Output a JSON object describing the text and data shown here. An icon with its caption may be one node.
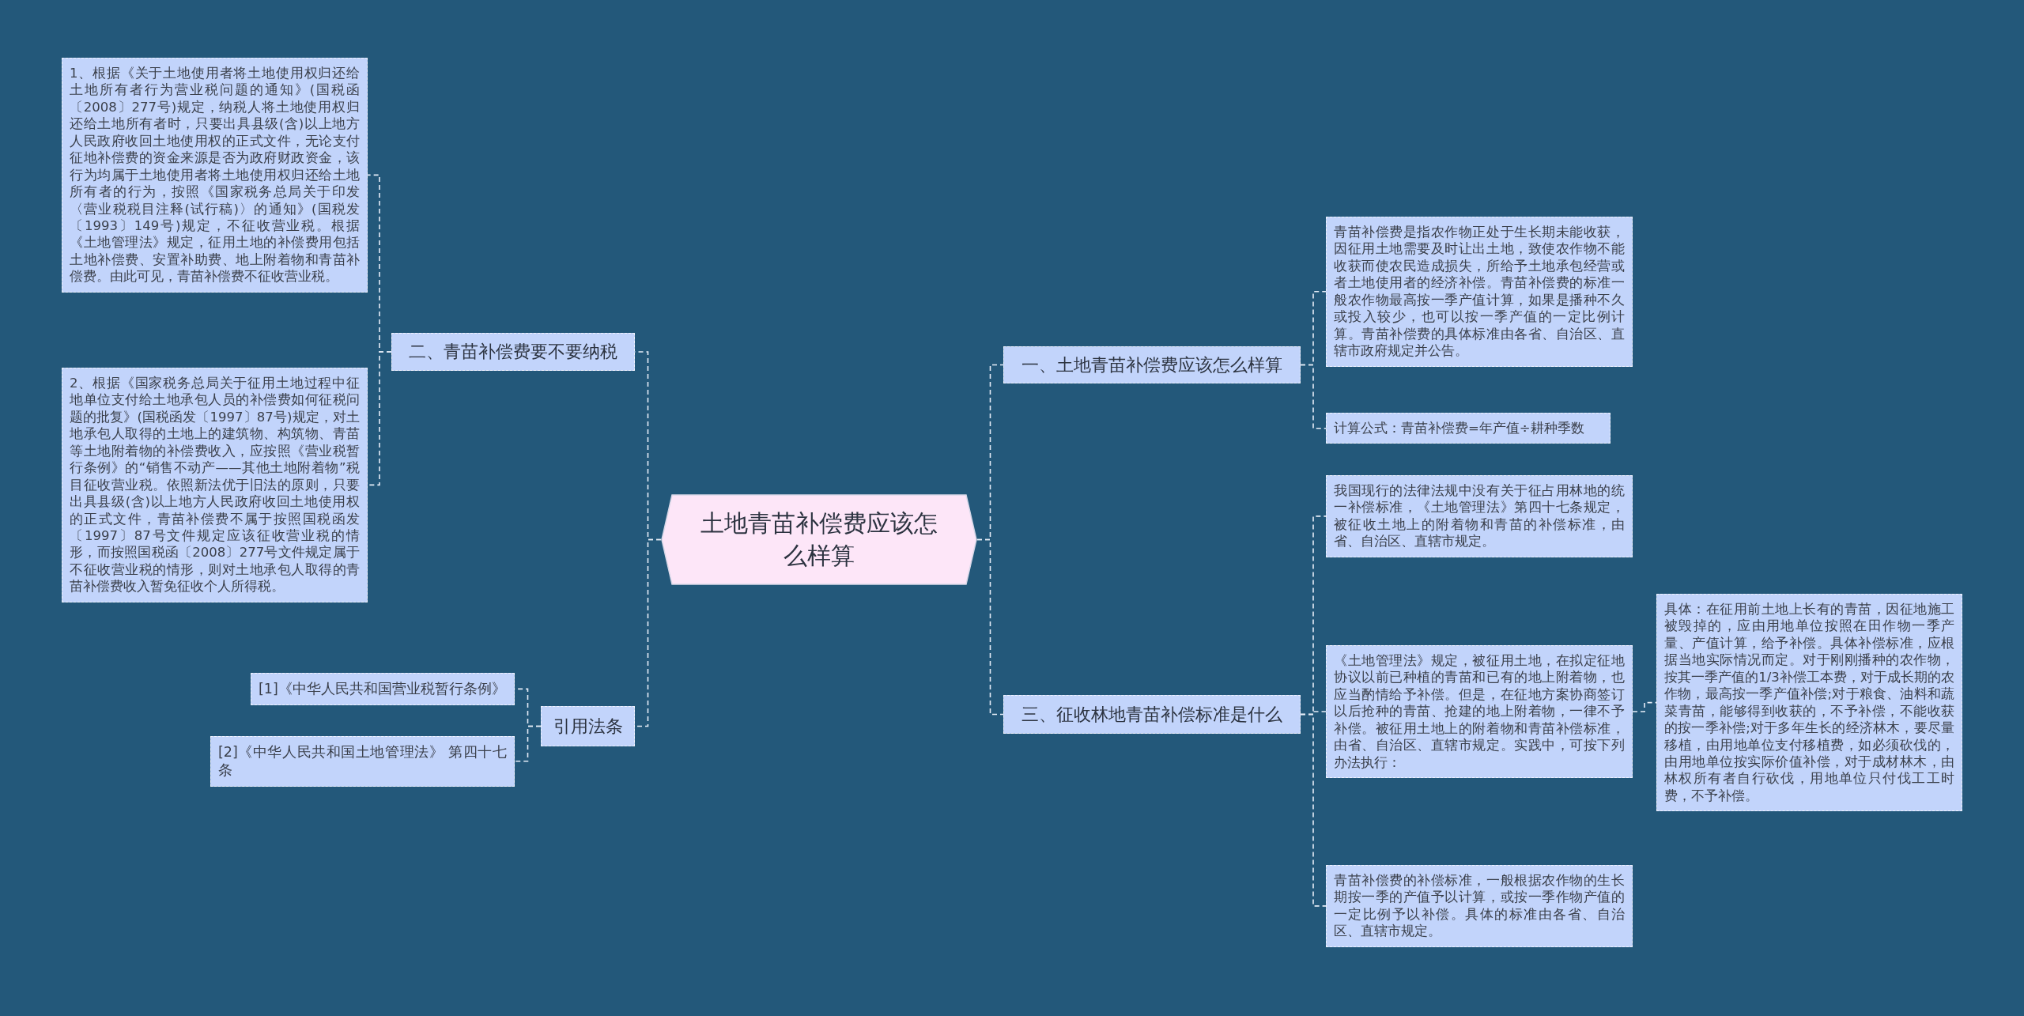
{
  "diagram": {
    "nodes": [
      {
        "text": [
          "土地青苗补偿费应该怎么样算"
        ]
      },
      {
        "text": [
          "一、土地青苗补偿费应该怎么样算"
        ]
      },
      {
        "text": [
          "青苗补偿费是指农作物正处于生长期未能收获，因征用土地需要及时让出土地，致使农作物不能收获而使农民造成损失，所给予土地承包经营或者土地使用者的经济补偿。青苗补偿费的标准一般农作物最高按一季产值计算，如果是播种不久或投入较少，也可以按一季产值的一定比例计算。青苗补偿费的具体标准由各省、自治区、直辖市政府规定并公告。"
        ]
      },
      {
        "text": [
          "计算公式：青苗补偿费=年产值÷耕种季数"
        ]
      },
      {
        "text": [
          "二、青苗补偿费要不要纳税"
        ]
      },
      {
        "text": [
          "1、根据《关于土地使用者将土地使用权归还给土地所有者行为营业税问题的通知》(国税函〔2008〕277号)规定，纳税人将土地使用权归还给土地所有者时，只要出具县级(含)以上地方人民政府收回土地使用权的正式文件，无论支付征地补偿费的资金来源是否为政府财政资金，该行为均属于土地使用者将土地使用权归还给土地所有者的行为，按照《国家税务总局关于印发〈营业税税目注释(试行稿)〉的通知》(国税发〔1993〕149号)规定，不征收营业税。根据《土地管理法》规定，征用土地的补偿费用包括土地补偿费、安置补助费、地上附着物和青苗补偿费。由此可见，青苗补偿费不征收营业税。"
        ]
      },
      {
        "text": [
          "2、根据《国家税务总局关于征用土地过程中征地单位支付给土地承包人员的补偿费如何征税问题的批复》(国税函发〔1997〕87号)规定，对土地承包人取得的土地上的建筑物、构筑物、青苗等土地附着物的补偿费收入，应按照《营业税暂行条例》的“销售不动产——其他土地附着物”税目征收营业税。依照新法优于旧法的原则，只要出具县级(含)以上地方人民政府收回土地使用权的正式文件，青苗补偿费不属于按照国税函发〔1997〕87号文件规定应该征收营业税的情形，而按照国税函〔2008〕277号文件规定属于不征收营业税的情形，则对土地承包人取得的青苗补偿费收入暂免征收个人所得税。"
        ]
      },
      {
        "text": [
          "三、征收林地青苗补偿标准是什么"
        ]
      },
      {
        "text": [
          "我国现行的法律法规中没有关于征占用林地的统一补偿标准，《土地管理法》第四十七条规定，被征收土地上的附着物和青苗的补偿标准，由省、自治区、直辖市规定。"
        ]
      },
      {
        "text": [
          "《土地管理法》规定，被征用土地，在拟定征地协议以前已种植的青苗和已有的地上附着物，也应当酌情给予补偿。但是，在征地方案协商签订以后抢种的青苗、抢建的地上附着物，一律不予补偿。被征用土地上的附着物和青苗补偿标准，由省、自治区、直辖市规定。实践中，可按下列办法执行："
        ]
      },
      {
        "text": [
          "具体：在征用前土地上长有的青苗，因征地施工被毁掉的，应由用地单位按照在田作物一季产量、产值计算，给予补偿。具体补偿标准，应根据当地实际情况而定。对于刚刚播种的农作物，按其一季产值的1/3补偿工本费，对于成长期的农作物，最高按一季产值补偿;对于粮食、油料和蔬菜青苗，能够得到收获的，不予补偿，不能收获的按一季补偿;对于多年生长的经济林木，要尽量移植，由用地单位支付移植费，如必须砍伐的，由用地单位按实际价值补偿，对于成材林木，由林权所有者自行砍伐，用地单位只付伐工工时费，不予补偿。"
        ]
      },
      {
        "text": [
          "青苗补偿费的补偿标准，一般根据农作物的生长期按一季的产值予以计算，或按一季作物产值的一定比例予以补偿。具体的标准由各省、自治区、直辖市规定。"
        ]
      },
      {
        "text": [
          "引用法条"
        ]
      },
      {
        "text": [
          "[1]《中华人民共和国营业税暂行条例》"
        ]
      },
      {
        "text": [
          "[2]《中华人民共和国土地管理法》 第四十七条"
        ]
      }
    ],
    "edges": [
      {
        "from": 0,
        "to": 1,
        "arrow": "none"
      },
      {
        "from": 1,
        "to": 2,
        "arrow": "none"
      },
      {
        "from": 1,
        "to": 3,
        "arrow": "none"
      },
      {
        "from": 0,
        "to": 4,
        "arrow": "none"
      },
      {
        "from": 4,
        "to": 5,
        "arrow": "none"
      },
      {
        "from": 4,
        "to": 6,
        "arrow": "none"
      },
      {
        "from": 0,
        "to": 7,
        "arrow": "none"
      },
      {
        "from": 7,
        "to": 8,
        "arrow": "none"
      },
      {
        "from": 7,
        "to": 9,
        "arrow": "none"
      },
      {
        "from": 9,
        "to": 10,
        "arrow": "none"
      },
      {
        "from": 7,
        "to": 11,
        "arrow": "none"
      },
      {
        "from": 0,
        "to": 12,
        "arrow": "none"
      },
      {
        "from": 12,
        "to": 13,
        "arrow": "none"
      },
      {
        "from": 12,
        "to": 14,
        "arrow": "none"
      }
    ]
  }
}
